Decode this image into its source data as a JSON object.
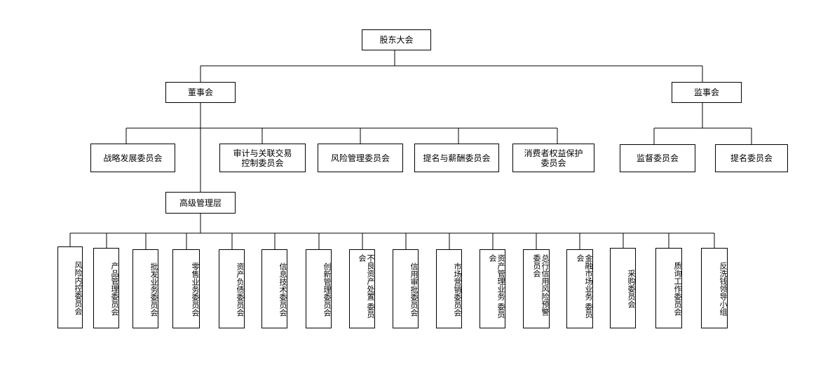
{
  "top": {
    "shareholders": "股东大会"
  },
  "level2": {
    "board": "董事会",
    "supervisors": "监事会"
  },
  "board_committees": [
    "战略发展委员会",
    "审计与关联交易\n控制委员会",
    "风险管理委员会",
    "提名与薪酬委员会",
    "消费者权益保护\n委员会"
  ],
  "supervisor_committees": [
    "监督委员会",
    "提名委员会"
  ],
  "senior_management": "高级管理层",
  "management_committees": [
    "风险内控委员会",
    "产品管理委员会",
    "批发业务委员会",
    "零售业务委员会",
    "资产负债委员会",
    "信息技术委员会",
    "创新管理委员会",
    "不良资产处置\n委员会",
    "信用审批委员会",
    "市场营销委员会",
    "资产管理业务\n委员会",
    "总行信用风险预警\n委员会",
    "金融市场业务\n委员会",
    "采购委员会",
    "质询工作委员会",
    "反洗钱领导小组"
  ]
}
